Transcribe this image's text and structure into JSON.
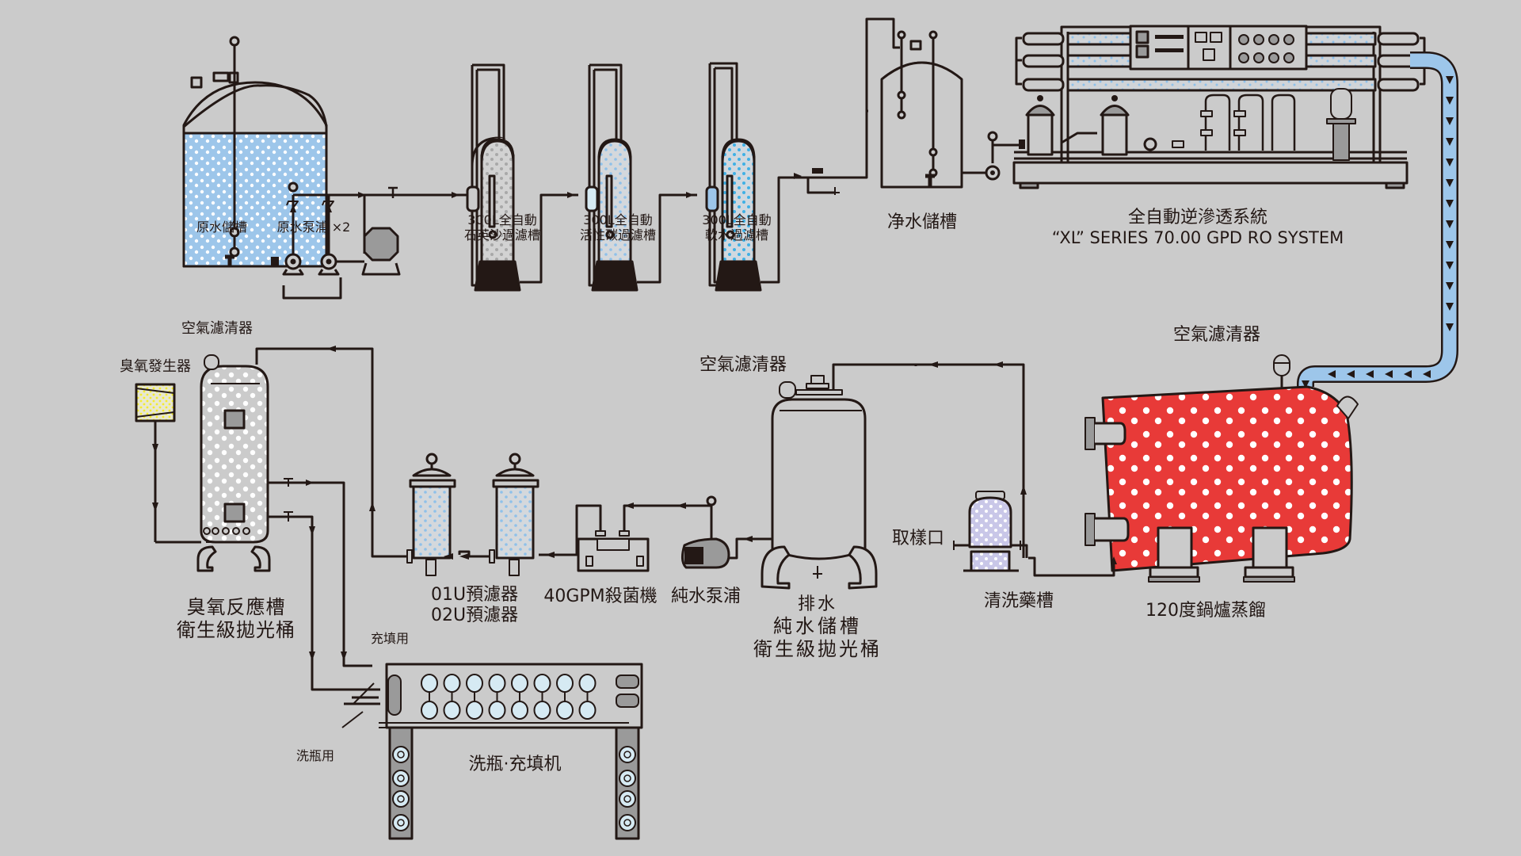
{
  "title": "Pure water production process flow",
  "colors": {
    "background": "#cbcbcb",
    "line": "#231815",
    "water_blue": "#9dc6ea",
    "light_blue": "#d6eaf3",
    "boiler_red": "#e83a38",
    "ozone_yellow": "#f5f046",
    "gray_fill": "#9a9a9a",
    "lavender": "#c9c7e8"
  },
  "stages_top": [
    {
      "id": "raw-water-tank",
      "label": "原水儲槽"
    },
    {
      "id": "raw-water-pump",
      "label": "原水泵浦 ×2"
    },
    {
      "id": "sand-filter",
      "label_lines": [
        "300L全自動",
        "石英沙過濾槽"
      ]
    },
    {
      "id": "carbon-filter",
      "label_lines": [
        "300L全自動",
        "活性碳過濾槽"
      ]
    },
    {
      "id": "softener",
      "label_lines": [
        "300L全自動",
        "軟水過濾槽"
      ]
    },
    {
      "id": "clean-water-tank",
      "label": "净水儲槽"
    },
    {
      "id": "ro-system",
      "label_lines": [
        "全自動逆滲透系統",
        "“XL” SERIES 70.00 GPD RO SYSTEM"
      ]
    }
  ],
  "stages_bottom": [
    {
      "id": "boiler",
      "label": "120度鍋爐蒸餾",
      "air_filter_label": "空氣濾清器"
    },
    {
      "id": "cleaning-tank",
      "label": "清洗藥槽",
      "sampling_label": "取樣口"
    },
    {
      "id": "pure-water-tank",
      "label_lines": [
        "排水",
        "純水儲槽",
        "衛生級拋光桶"
      ],
      "air_filter_label": "空氣濾清器"
    },
    {
      "id": "pure-water-pump",
      "label": "純水泵浦"
    },
    {
      "id": "sterilizer",
      "label": "40GPM殺菌機"
    },
    {
      "id": "prefilters",
      "label_lines": [
        "01U預濾器",
        "02U預濾器"
      ]
    },
    {
      "id": "ozone-tank",
      "label_lines": [
        "臭氧反應槽",
        "衛生級拋光桶"
      ],
      "air_filter_label": "空氣濾清器",
      "ozone_generator_label": "臭氧發生器"
    },
    {
      "id": "filling-machine",
      "label": "洗瓶·充填机",
      "fill_label": "充填用",
      "wash_label": "洗瓶用"
    }
  ],
  "icons": [
    "tank-icon",
    "pump-icon",
    "valve-icon",
    "filter-column-icon",
    "cartridge-filter-icon",
    "ro-membrane-icon",
    "boiler-icon",
    "flow-arrow-icon",
    "pressure-gauge-icon"
  ]
}
